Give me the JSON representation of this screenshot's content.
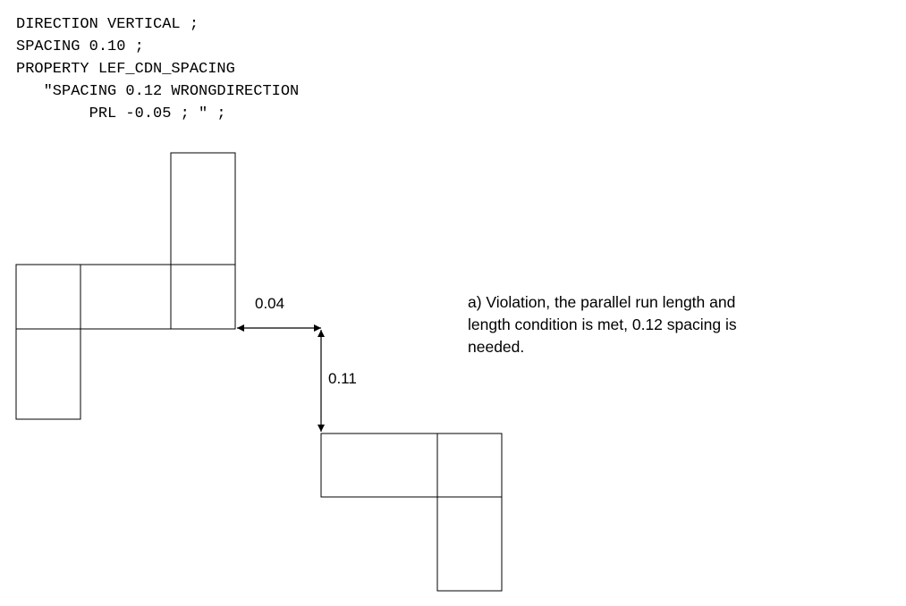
{
  "code_lines": [
    "DIRECTION VERTICAL ;",
    "SPACING 0.10 ;",
    "PROPERTY LEF_CDN_SPACING",
    "   \"SPACING 0.12 WRONGDIRECTION",
    "        PRL -0.05 ; \" ;"
  ],
  "dimensions": {
    "horizontal": "0.04",
    "vertical": "0.11"
  },
  "caption_lines": [
    "a) Violation, the parallel run length and",
    "length condition is met, 0.12 spacing is",
    "needed."
  ]
}
